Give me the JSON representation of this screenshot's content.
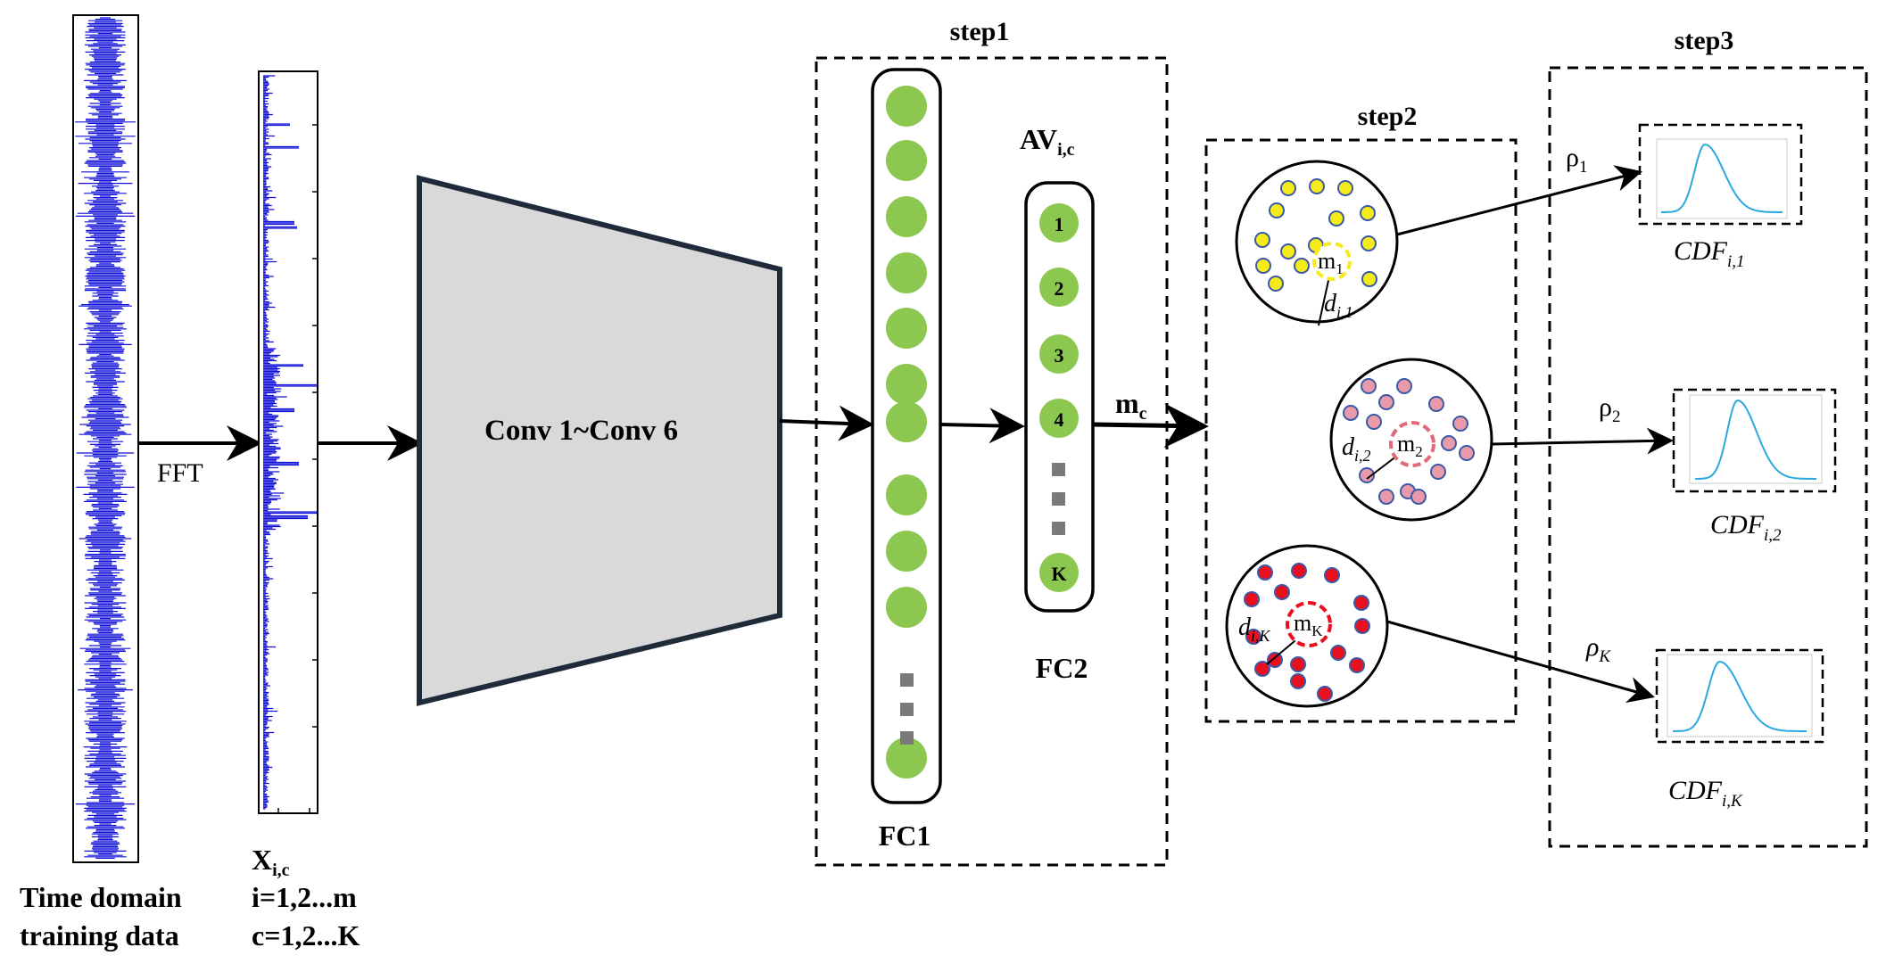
{
  "left": {
    "fft_label": "FFT",
    "input_label_main": "X",
    "input_label_sub": "i,c",
    "caption_line1": "Time domain",
    "caption_line2": "training data",
    "index_line1": "i=1,2...m",
    "index_line2": "c=1,2...K"
  },
  "conv": {
    "label": "Conv 1~Conv 6"
  },
  "step1": {
    "title": "step1",
    "fc1_label": "FC1",
    "fc2_label": "FC2",
    "av_main": "AV",
    "av_sub": "i,c",
    "fc2_nodes": [
      "1",
      "2",
      "3",
      "4"
    ],
    "fc2_last_node": "K"
  },
  "mc": {
    "main": "m",
    "sub": "c"
  },
  "step2": {
    "title": "step2",
    "clusters": [
      {
        "center_main": "m",
        "center_sub": "1",
        "dist_main": "d",
        "dist_sub": "i,1",
        "fill": "#f5ea1a",
        "ring": "#f5ea1a"
      },
      {
        "center_main": "m",
        "center_sub": "2",
        "dist_main": "d",
        "dist_sub": "i,2",
        "fill": "#e89aa8",
        "ring": "#e06a7a"
      },
      {
        "center_main": "m",
        "center_sub": "K",
        "dist_main": "d",
        "dist_sub": "i,K",
        "fill": "#e8101e",
        "ring": "#e8101e"
      }
    ]
  },
  "step3": {
    "title": "step3",
    "rho": [
      {
        "main": "ρ",
        "sub": "1"
      },
      {
        "main": "ρ",
        "sub": "2"
      },
      {
        "main": "ρ",
        "sub": "K"
      }
    ],
    "cdf": [
      {
        "main": "CDF",
        "sub": "i,1"
      },
      {
        "main": "CDF",
        "sub": "i,2"
      },
      {
        "main": "CDF",
        "sub": "i,K"
      }
    ],
    "curve_color": "#29a8e0"
  },
  "colors": {
    "signal": "#1010d8",
    "node_green": "#8cc850",
    "conv_fill": "#d9d9d9",
    "conv_stroke": "#1f2a3a",
    "dots": "#7a7a7a"
  }
}
